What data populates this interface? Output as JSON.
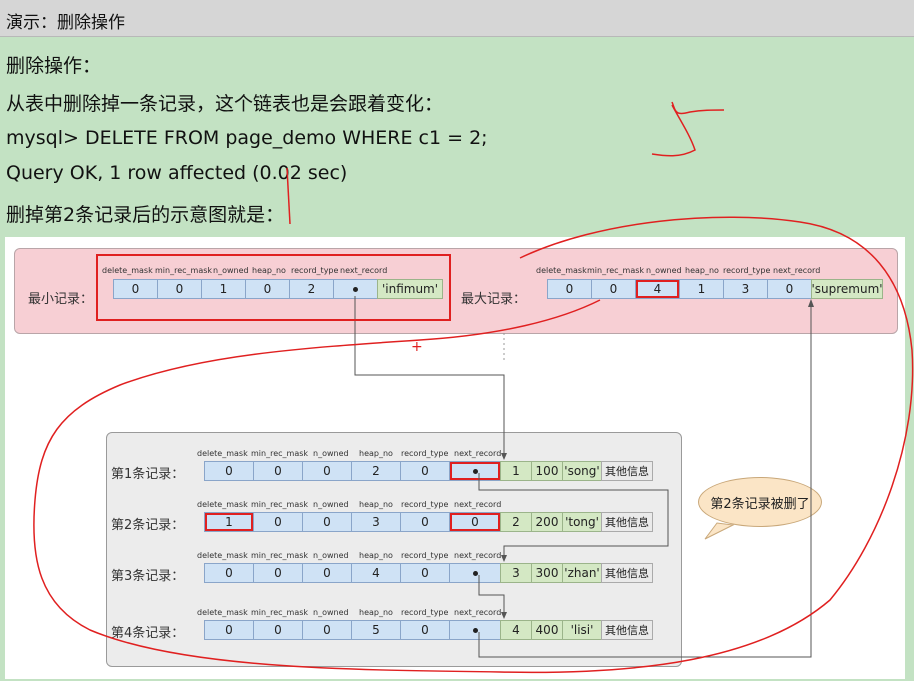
{
  "window": {
    "title": "演示：删除操作"
  },
  "text_lines": [
    "删除操作：",
    "从表中删除掉一条记录，这个链表也是会跟着变化：",
    "mysql> DELETE FROM page_demo WHERE c1 = 2;",
    "Query OK, 1 row affected (0.02 sec)",
    "删掉第2条记录后的示意图就是："
  ],
  "diagram": {
    "headers": [
      "delete_mask",
      "min_rec_mask",
      "n_owned",
      "heap_no",
      "record_type",
      "next_record"
    ],
    "infimum": {
      "label": "最小记录：",
      "values": [
        "0",
        "0",
        "1",
        "0",
        "2",
        "",
        "'infimum'"
      ]
    },
    "supremum": {
      "label": "最大记录：",
      "values": [
        "0",
        "0",
        "4",
        "1",
        "3",
        "0",
        "'supremum'"
      ]
    },
    "records": [
      {
        "label": "第1条记录：",
        "values": [
          "0",
          "0",
          "0",
          "2",
          "0",
          "",
          "1",
          "100",
          "'song'",
          "其他信息"
        ]
      },
      {
        "label": "第2条记录：",
        "values": [
          "1",
          "0",
          "0",
          "3",
          "0",
          "0",
          "2",
          "200",
          "'tong'",
          "其他信息"
        ]
      },
      {
        "label": "第3条记录：",
        "values": [
          "0",
          "0",
          "0",
          "4",
          "0",
          "",
          "3",
          "300",
          "'zhan'",
          "其他信息"
        ]
      },
      {
        "label": "第4条记录：",
        "values": [
          "0",
          "0",
          "0",
          "5",
          "0",
          "",
          "4",
          "400",
          "'lisi'",
          "其他信息"
        ]
      }
    ],
    "callout": "第2条记录被删了",
    "plus_mark": "+"
  },
  "colors": {
    "annotation_red": "#e02020",
    "page_bg": "#c3e2c3",
    "pink_box": "#f7cfd4"
  }
}
